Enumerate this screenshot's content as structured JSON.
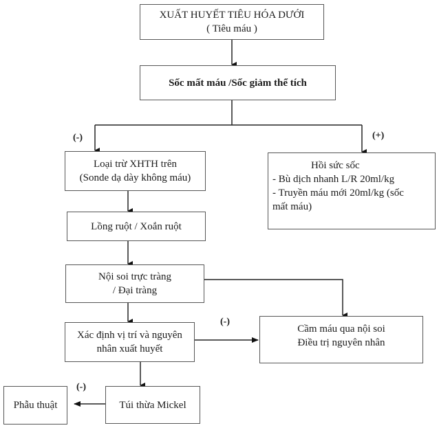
{
  "nodes": {
    "lower_gi_bleeding": {
      "line1": "XUẤT HUYẾT TIÊU HÓA DƯỚI",
      "line2": "( Tiêu máu )"
    },
    "shock": {
      "line1": "Sốc mất máu /Sốc giảm thể tích"
    },
    "exclude_upper_gi": {
      "line1": "Loại trừ  XHTH trên",
      "line2": "(Sonde dạ dày không máu)"
    },
    "shock_resuscitation": {
      "line1": "Hồi sức sốc",
      "line2": "- Bù dịch nhanh L/R 20ml/kg",
      "line3": "- Truyền máu mới 20ml/kg (sốc",
      "line4": "mất máu)"
    },
    "intussusception": {
      "line1": "Lồng ruột / Xoắn ruột"
    },
    "endoscopy": {
      "line1": "Nội soi trực tràng",
      "line2": "/ Đại tràng"
    },
    "locate_cause": {
      "line1": "Xác định vị trí và nguyên",
      "line2": "nhân xuất huyết"
    },
    "hemostasis": {
      "line1": "Cầm máu qua nội soi",
      "line2": "Điều trị nguyên nhân"
    },
    "meckel": {
      "line1": "Túi thừa Mickel"
    },
    "surgery": {
      "line1": "Phẫu thuật"
    }
  },
  "edge_labels": {
    "negative_branch": "(-)",
    "positive_branch": "(+)",
    "locate_to_hemostasis": "(-)",
    "meckel_to_surgery": "(-)"
  }
}
